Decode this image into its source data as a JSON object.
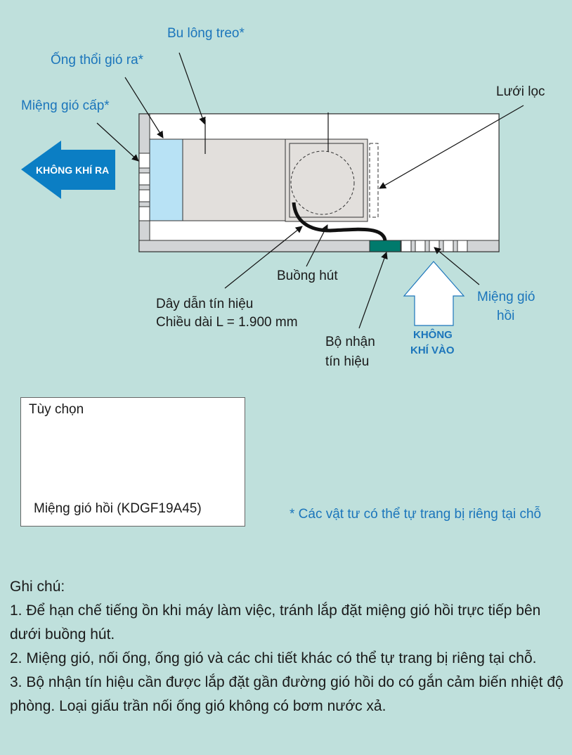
{
  "labels": {
    "bolt": "Bu lông treo*",
    "duct": "Ống thổi gió ra*",
    "supply": "Miệng gió cấp*",
    "filter": "Lưới lọc",
    "air_out": "KHÔNG KHÍ RA",
    "chamber": "Buồng hút",
    "wire_1": "Dây dẫn tín hiệu",
    "wire_2": "Chiều dài L = 1.900 mm",
    "receiver_1": "Bộ nhận",
    "receiver_2": "tín hiệu",
    "air_in_1": "KHÔNG",
    "air_in_2": "KHÍ VÀO",
    "return_1": "Miệng gió",
    "return_2": "hồi"
  },
  "option": {
    "title": "Tùy chọn",
    "caption": "Miệng gió hồi (KDGF19A45)"
  },
  "footnote": "* Các vật tư có thể tự trang bị riêng tại chỗ",
  "notes": {
    "title": "Ghi chú:",
    "items": [
      "1. Để hạn chế tiếng ồn khi máy làm việc, tránh lắp đặt miệng gió hồi trực tiếp bên dưới buồng hút.",
      "2. Miệng gió, nối ống, ống gió và các chi tiết khác có thể tự trang bị riêng tại chỗ.",
      "3. Bộ nhận tín hiệu cần được lắp đặt gần đường gió hồi do có gắn cảm biến nhiệt độ phòng. Loại giấu trần nối ống gió không có bơm nước xả."
    ]
  },
  "colors": {
    "bg": "#bfe0dc",
    "accent": "#1b75bb",
    "arrow": "#0b7ec4",
    "sensor": "#007a6c",
    "duct": "#b8e2f5"
  }
}
